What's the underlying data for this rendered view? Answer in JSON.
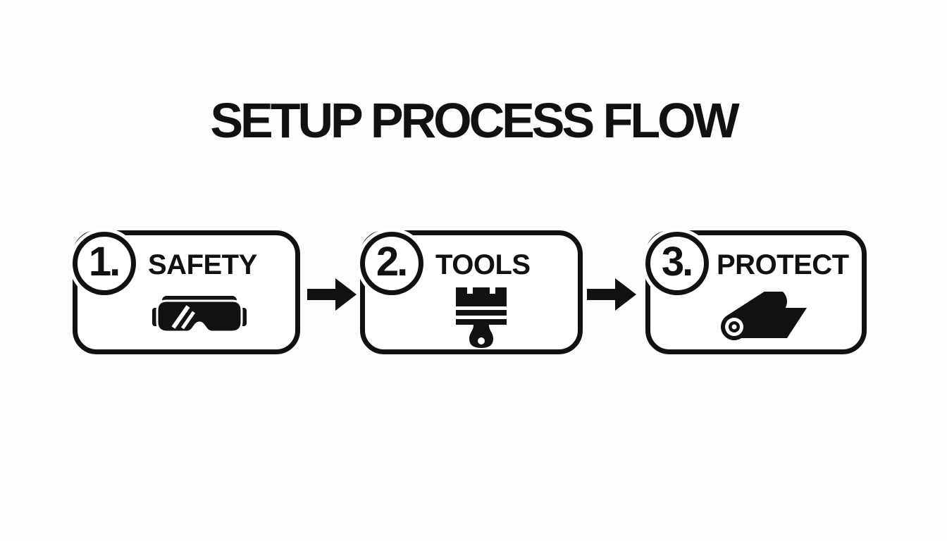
{
  "title": "SETUP PROCESS FLOW",
  "colors": {
    "ink": "#111111",
    "background": "#fdfdfd",
    "box_fill": "#ffffff"
  },
  "steps": [
    {
      "number": "1.",
      "label": "SAFETY",
      "icon": "safety-goggles-icon"
    },
    {
      "number": "2.",
      "label": "TOOLS",
      "icon": "paintbrush-icon"
    },
    {
      "number": "3.",
      "label": "PROTECT",
      "icon": "drop-cloth-roll-icon"
    }
  ],
  "connectors": [
    {
      "icon": "arrow-right-icon"
    },
    {
      "icon": "arrow-right-icon"
    }
  ]
}
